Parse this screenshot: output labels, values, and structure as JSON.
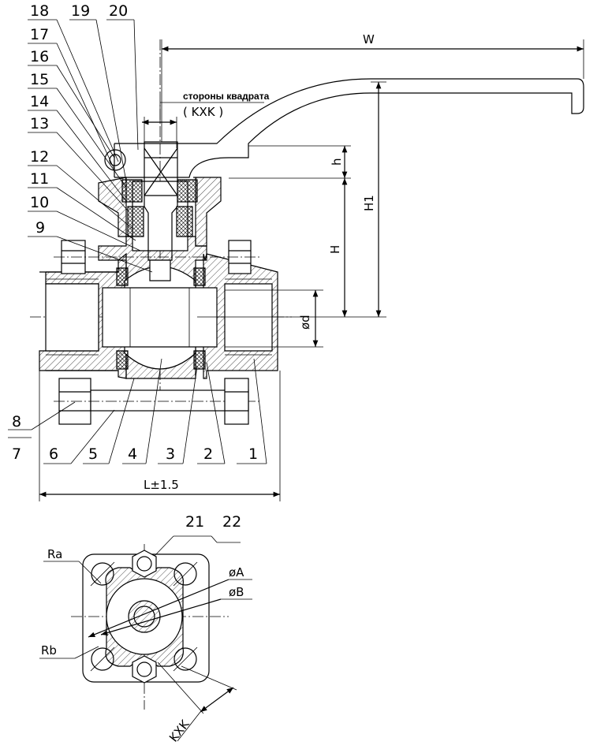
{
  "part_labels": [
    "1",
    "2",
    "3",
    "4",
    "5",
    "6",
    "7",
    "8",
    "9",
    "10",
    "11",
    "12",
    "13",
    "14",
    "15",
    "16",
    "17",
    "18",
    "19",
    "20",
    "21",
    "22"
  ],
  "dimensions": {
    "W": "W",
    "h": "h",
    "H1": "H1",
    "H": "H",
    "d": "ød",
    "L": "L±1.5",
    "A": "øA",
    "B": "øB",
    "Ra": "Ra",
    "Rb": "Rb",
    "KXK": "KXK"
  },
  "square_note": {
    "line1": "стороны квадрата",
    "line2": "( KXK )"
  }
}
